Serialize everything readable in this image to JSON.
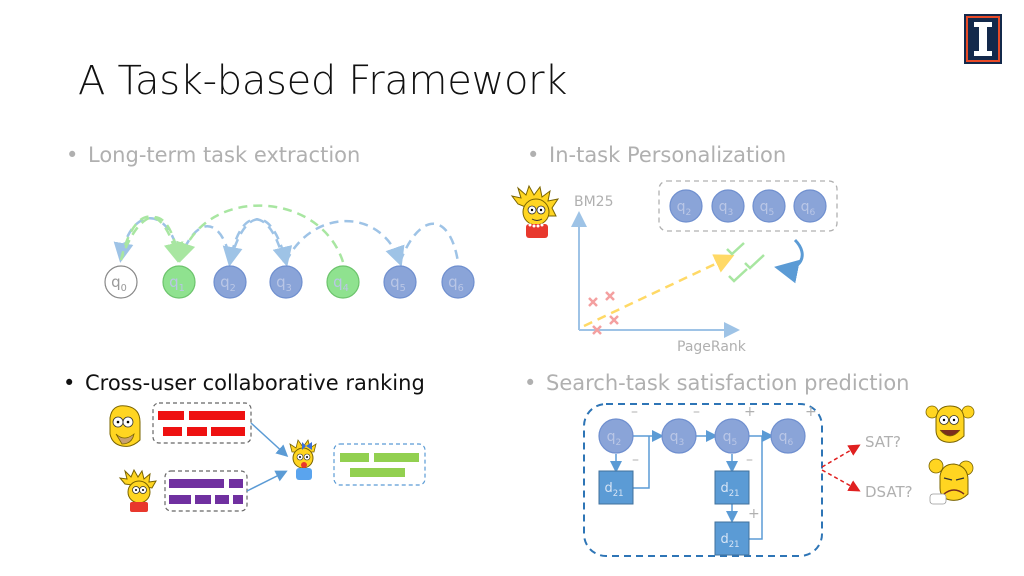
{
  "title": "A Task-based Framework",
  "bullets": [
    {
      "text": "Long-term task extraction",
      "active": false
    },
    {
      "text": "In-task Personalization",
      "active": false
    },
    {
      "text": "Cross-user collaborative ranking",
      "active": true
    },
    {
      "text": "Search-task satisfaction prediction",
      "active": false
    }
  ],
  "bullet_symbol": "•",
  "colors": {
    "node_blue": "#8aa4d8",
    "node_green": "#8fe28f",
    "arc_blue": "#9ec3e6",
    "arc_green": "#a8e6a1",
    "box_blue": "#5b9bd5",
    "red_bar": "#ee1111",
    "purple_bar": "#7030a0",
    "green_bar": "#92d050",
    "dashed_yellow": "#ffd966",
    "dashed_red": "#e02020",
    "muted_text": "#b0b0b0"
  },
  "task_extraction": {
    "nodes": [
      {
        "base": "q",
        "sub": "0",
        "color": "white"
      },
      {
        "base": "q",
        "sub": "1",
        "color": "green"
      },
      {
        "base": "q",
        "sub": "2",
        "color": "blue"
      },
      {
        "base": "q",
        "sub": "3",
        "color": "blue"
      },
      {
        "base": "q",
        "sub": "4",
        "color": "green"
      },
      {
        "base": "q",
        "sub": "5",
        "color": "blue"
      },
      {
        "base": "q",
        "sub": "6",
        "color": "blue"
      }
    ]
  },
  "personalization": {
    "y_axis_label": "BM25",
    "x_axis_label": "PageRank",
    "nodes": [
      {
        "base": "q",
        "sub": "2"
      },
      {
        "base": "q",
        "sub": "3"
      },
      {
        "base": "q",
        "sub": "5"
      },
      {
        "base": "q",
        "sub": "6"
      }
    ]
  },
  "satisfaction": {
    "query_nodes": [
      {
        "base": "q",
        "sub": "2"
      },
      {
        "base": "q",
        "sub": "3"
      },
      {
        "base": "q",
        "sub": "5"
      },
      {
        "base": "q",
        "sub": "6"
      }
    ],
    "doc_boxes": [
      {
        "base": "d",
        "sub": "21"
      },
      {
        "base": "d",
        "sub": "21"
      },
      {
        "base": "d",
        "sub": "21"
      }
    ],
    "signs": [
      "–",
      "–",
      "+",
      "+",
      "–",
      "–",
      "+"
    ],
    "outcomes": [
      "SAT?",
      "DSAT?"
    ]
  },
  "icons": [
    "logo-icon",
    "lisa-icon",
    "homer-icon",
    "maggie-icon",
    "homer-happy-icon",
    "homer-sad-icon",
    "checkmark-icon",
    "cross-icon",
    "curved-arrow-icon"
  ]
}
